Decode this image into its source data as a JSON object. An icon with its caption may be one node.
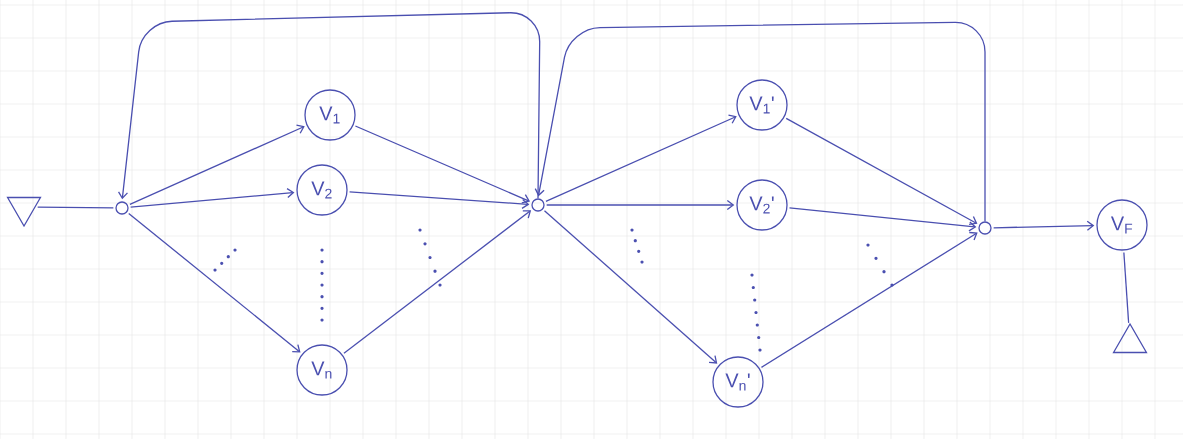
{
  "diagram": {
    "nodes": [
      {
        "text": [],
        "shape": "triangle"
      },
      {
        "text": [],
        "shape": "circle"
      },
      {
        "text": [
          "V$_{1}$"
        ]
      },
      {
        "text": [
          "V$_{2}$"
        ]
      },
      {
        "text": [
          "V$_{n}$"
        ]
      },
      {
        "text": [],
        "shape": "circle"
      },
      {
        "text": [
          "V$_{1}$'"
        ]
      },
      {
        "text": [
          "V$_{2}$'"
        ]
      },
      {
        "text": [
          "V$_{n}$'"
        ]
      },
      {
        "text": [],
        "shape": "circle"
      },
      {
        "text": [
          "V$_{F}$"
        ]
      },
      {
        "text": [],
        "shape": "triangle"
      }
    ],
    "edges": [
      {
        "from": 0,
        "to": 1,
        "arrow": "none"
      },
      {
        "from": 1,
        "to": 2,
        "arrow": "to"
      },
      {
        "from": 1,
        "to": 3,
        "arrow": "to"
      },
      {
        "from": 1,
        "to": 4,
        "arrow": "to"
      },
      {
        "from": 2,
        "to": 5,
        "arrow": "to"
      },
      {
        "from": 3,
        "to": 5,
        "arrow": "to"
      },
      {
        "from": 4,
        "to": 5,
        "arrow": "to"
      },
      {
        "from": 5,
        "to": 1,
        "arrow": "to"
      },
      {
        "from": 5,
        "to": 6,
        "arrow": "to"
      },
      {
        "from": 5,
        "to": 7,
        "arrow": "to"
      },
      {
        "from": 5,
        "to": 8,
        "arrow": "to"
      },
      {
        "from": 6,
        "to": 9,
        "arrow": "to"
      },
      {
        "from": 7,
        "to": 9,
        "arrow": "to"
      },
      {
        "from": 8,
        "to": 9,
        "arrow": "to"
      },
      {
        "from": 9,
        "to": 5,
        "arrow": "to"
      },
      {
        "from": 9,
        "to": 10,
        "arrow": "to"
      },
      {
        "from": 10,
        "to": 11,
        "arrow": "none"
      }
    ]
  }
}
